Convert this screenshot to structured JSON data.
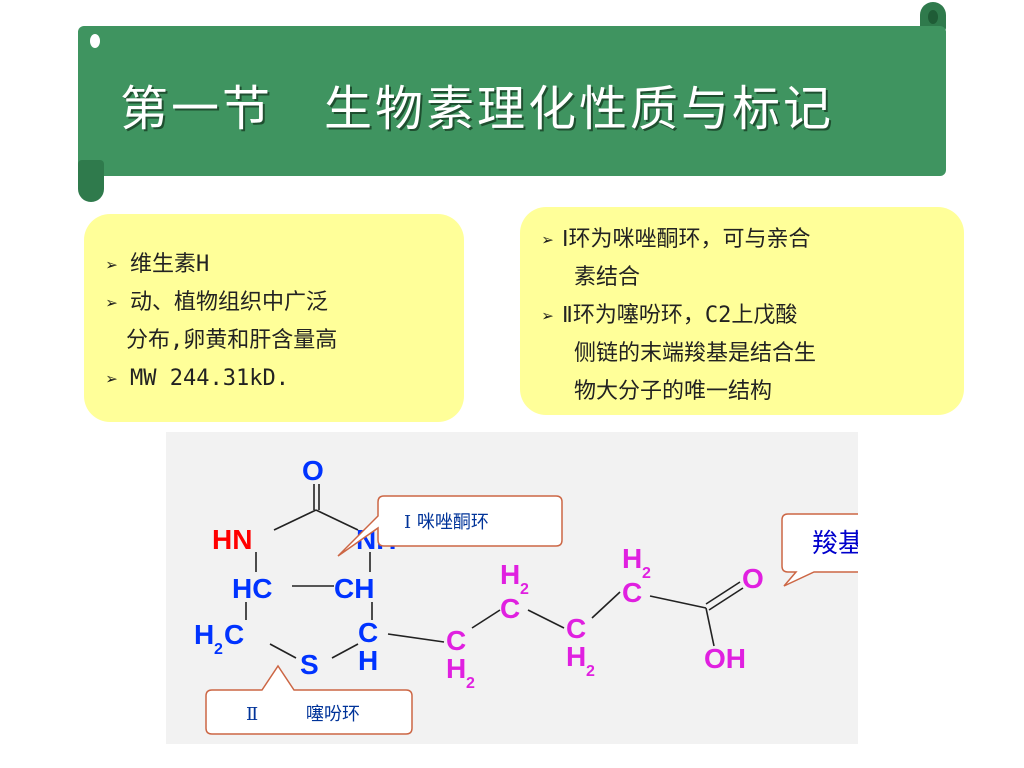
{
  "slide": {
    "title": "第一节　生物素理化性质与标记"
  },
  "left_box": {
    "line1": "维生素H",
    "line2": "动、植物组织中广泛",
    "line2b": "分布,卵黄和肝含量高",
    "line3": "MW 244.31kD."
  },
  "right_box": {
    "line1": "Ⅰ环为咪唑酮环，可与亲合",
    "line1b": "素结合",
    "line2": "Ⅱ环为噻吩环，C2上戊酸",
    "line2b": "侧链的末端羧基是结合生",
    "line2c": "物大分子的唯一结构"
  },
  "bullet_symbol": "➢",
  "structure": {
    "atoms": {
      "o_top": "O",
      "hn_left": "HN",
      "nh_right": "NH",
      "hc_left": "HC",
      "ch_right": "CH",
      "h2c_h": "H",
      "h2c_2": "2",
      "h2c_c": "C",
      "s": "S",
      "c_bottom": "C",
      "h_bottom": "H",
      "chain_c1": "C",
      "chain_h1": "H",
      "chain_h1_2": "2",
      "chain_c2": "C",
      "chain_h2": "H",
      "chain_h2_2": "2",
      "chain_c3": "C",
      "chain_h3": "H",
      "chain_h3_2": "2",
      "chain_c4": "C",
      "chain_h4": "H",
      "chain_h4_2": "2",
      "o_carbonyl": "O",
      "oh": "OH"
    },
    "callout_ring1": "Ⅰ 咪唑酮环",
    "callout_ring2_num": "Ⅱ",
    "callout_ring2": "噻吩环",
    "callout_carboxyl": "羧基"
  },
  "colors": {
    "banner": "#3f9460",
    "box": "#ffff99",
    "red": "#ff0000",
    "blue": "#0033ff",
    "magenta": "#e020e0"
  }
}
